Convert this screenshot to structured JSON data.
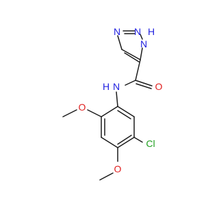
{
  "molecule": {
    "atoms": {
      "n_ring_1": "N",
      "h_on_n": "H",
      "n_ring_2": "N",
      "n_ring_3": "N",
      "amide_n": "N",
      "amide_h": "H",
      "carbonyl_o": "O",
      "methoxy_o_top": "O",
      "methoxy_o_bottom": "O",
      "chlorine": "Cl"
    },
    "colors": {
      "bond": "#1a1a1a",
      "nitrogen": "#2020e0",
      "oxygen": "#e02020",
      "chlorine": "#20a020"
    }
  }
}
